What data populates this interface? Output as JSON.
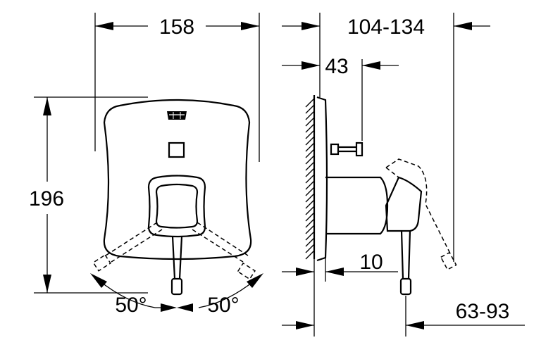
{
  "dimensions": {
    "front_width": "158",
    "front_height": "196",
    "side_depth_range": "104-134",
    "side_body_depth": "43",
    "side_plate_offset": "10",
    "side_lever_range": "63-93",
    "angle_left": "50°",
    "angle_right": "50°"
  }
}
